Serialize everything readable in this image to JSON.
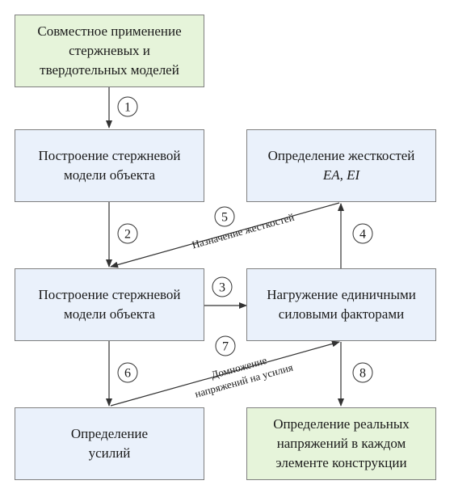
{
  "boxes": {
    "combined": {
      "lines": [
        "Совместное применение",
        "стержневых и",
        "твердотельных моделей"
      ]
    },
    "build_rod_1": {
      "lines": [
        "Построение стержневой",
        "модели объекта"
      ]
    },
    "stiffness": {
      "line1": "Определение жесткостей",
      "line2": "EA, EI"
    },
    "build_rod_2": {
      "lines": [
        "Построение стержневой",
        "модели объекта"
      ]
    },
    "unit_loading": {
      "lines": [
        "Нагружение единичными",
        "силовыми факторами"
      ]
    },
    "forces": {
      "lines": [
        "Определение",
        "усилий"
      ]
    },
    "real_stresses": {
      "lines": [
        "Определение реальных",
        "напряжений в каждом",
        "элементе конструкции"
      ]
    }
  },
  "steps": [
    "1",
    "2",
    "3",
    "4",
    "5",
    "6",
    "7",
    "8"
  ],
  "edge_labels": {
    "assign_stiffness": "Назначение жесткостей",
    "multiply_line1": "Домножение",
    "multiply_line2": "напряжений на усилия"
  },
  "colors": {
    "blue_box": "#eaf1fb",
    "green_box": "#e6f4da",
    "border": "#7f7f7f",
    "arrow": "#333333"
  }
}
